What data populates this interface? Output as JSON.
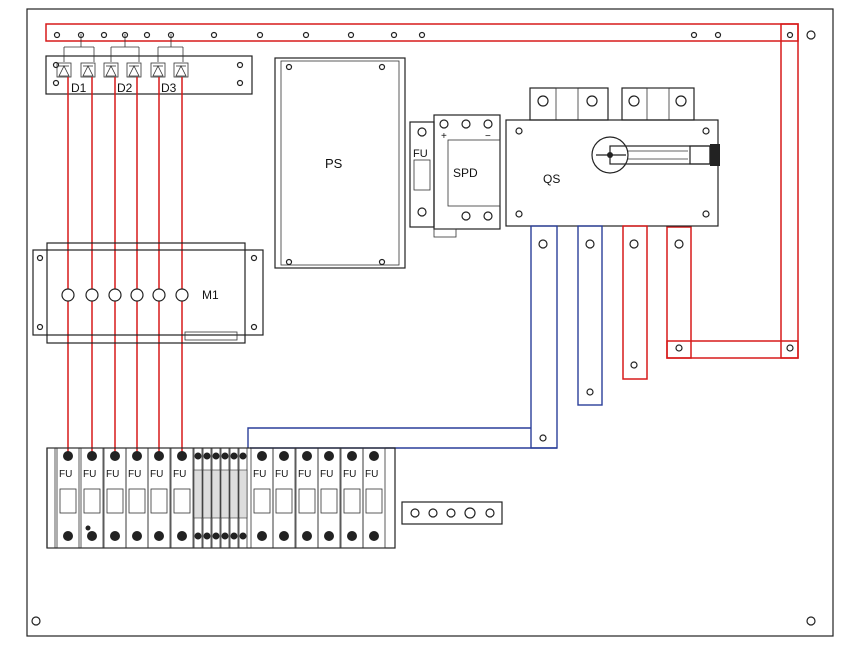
{
  "labels": {
    "d1": "D1",
    "d2": "D2",
    "d3": "D3",
    "ps": "PS",
    "fu": "FU",
    "spd": "SPD",
    "plus": "+",
    "minus": "−",
    "qs": "QS",
    "m1": "M1"
  },
  "fuse_label": "FU",
  "fuse_count": 12,
  "colors": {
    "positive_wire": "#d71a1a",
    "negative_wire": "#2a3f9a",
    "outline": "#222222"
  },
  "icons": [
    "diode-icon",
    "mounting-hole-icon",
    "rotary-handle-icon",
    "fuse-holder-icon"
  ]
}
